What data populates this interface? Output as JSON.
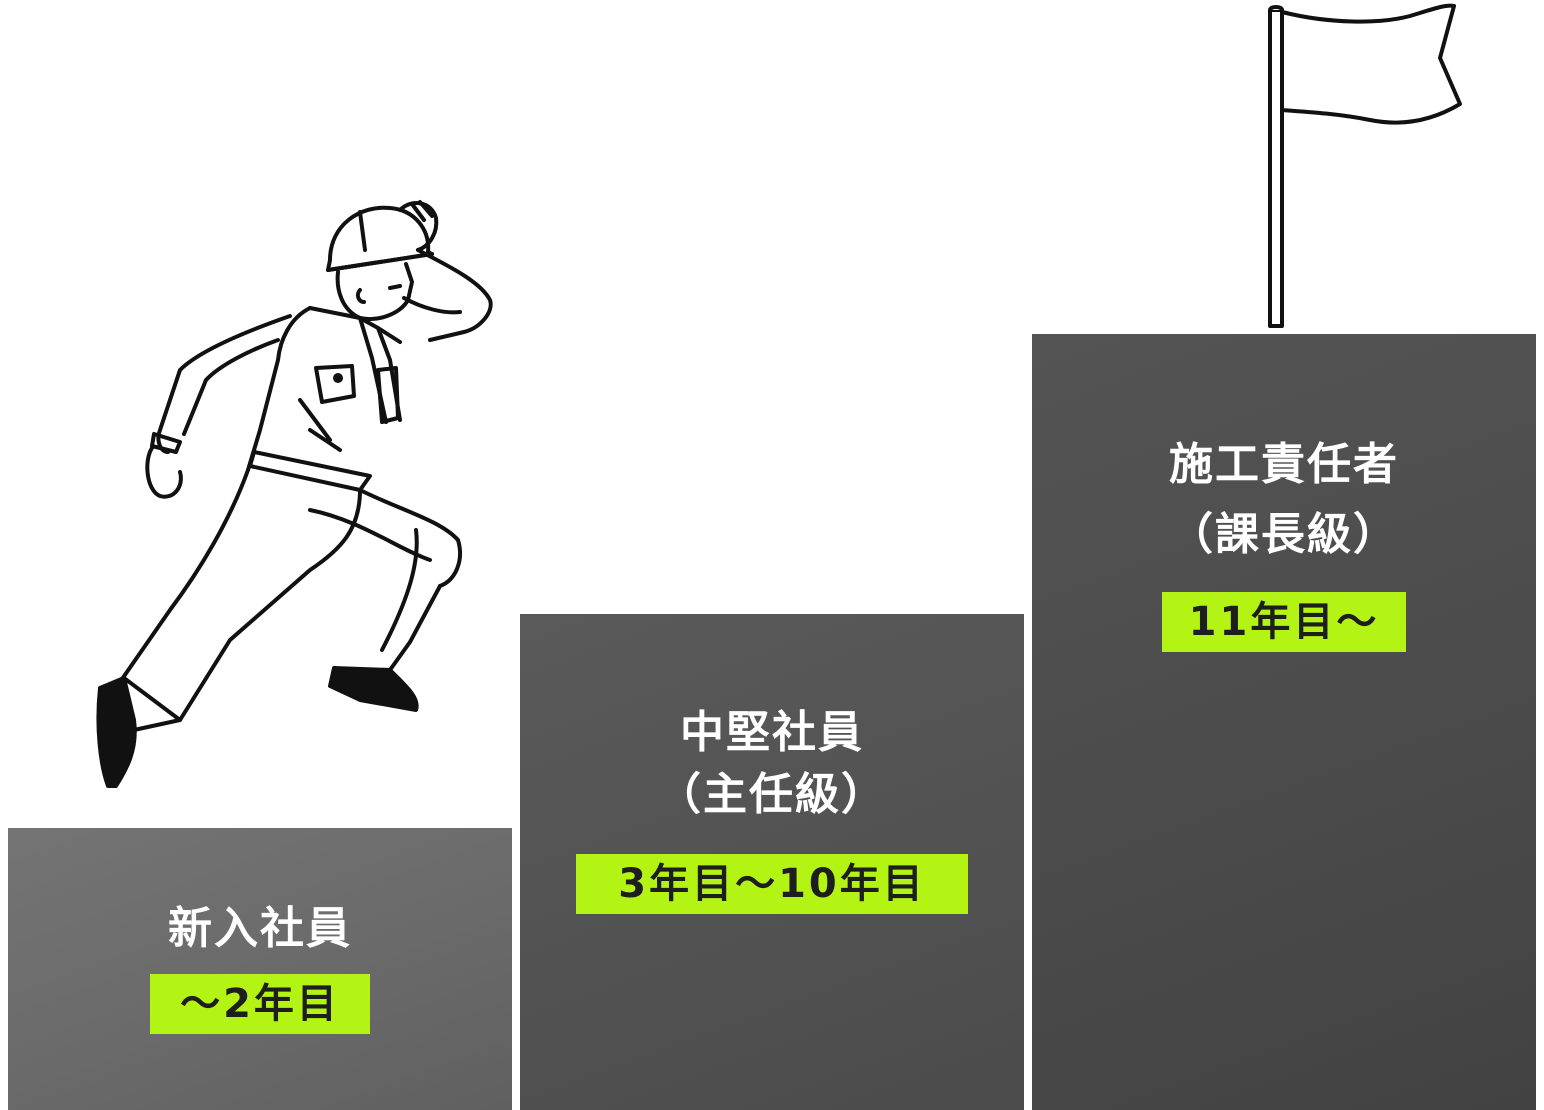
{
  "steps": [
    {
      "title": "新入社員",
      "subtitle": "",
      "badge": "～2年目",
      "color": "#6e6e6e"
    },
    {
      "title": "中堅社員",
      "subtitle": "（主任級）",
      "badge": "3年目～10年目",
      "color": "#555555"
    },
    {
      "title": "施工責任者",
      "subtitle": "（課長級）",
      "badge": "11年目～",
      "color": "#4a4a4a"
    }
  ],
  "accent_color": "#b3f414",
  "icons": {
    "worker": "running-worker-illustration",
    "flag": "goal-flag-icon"
  }
}
